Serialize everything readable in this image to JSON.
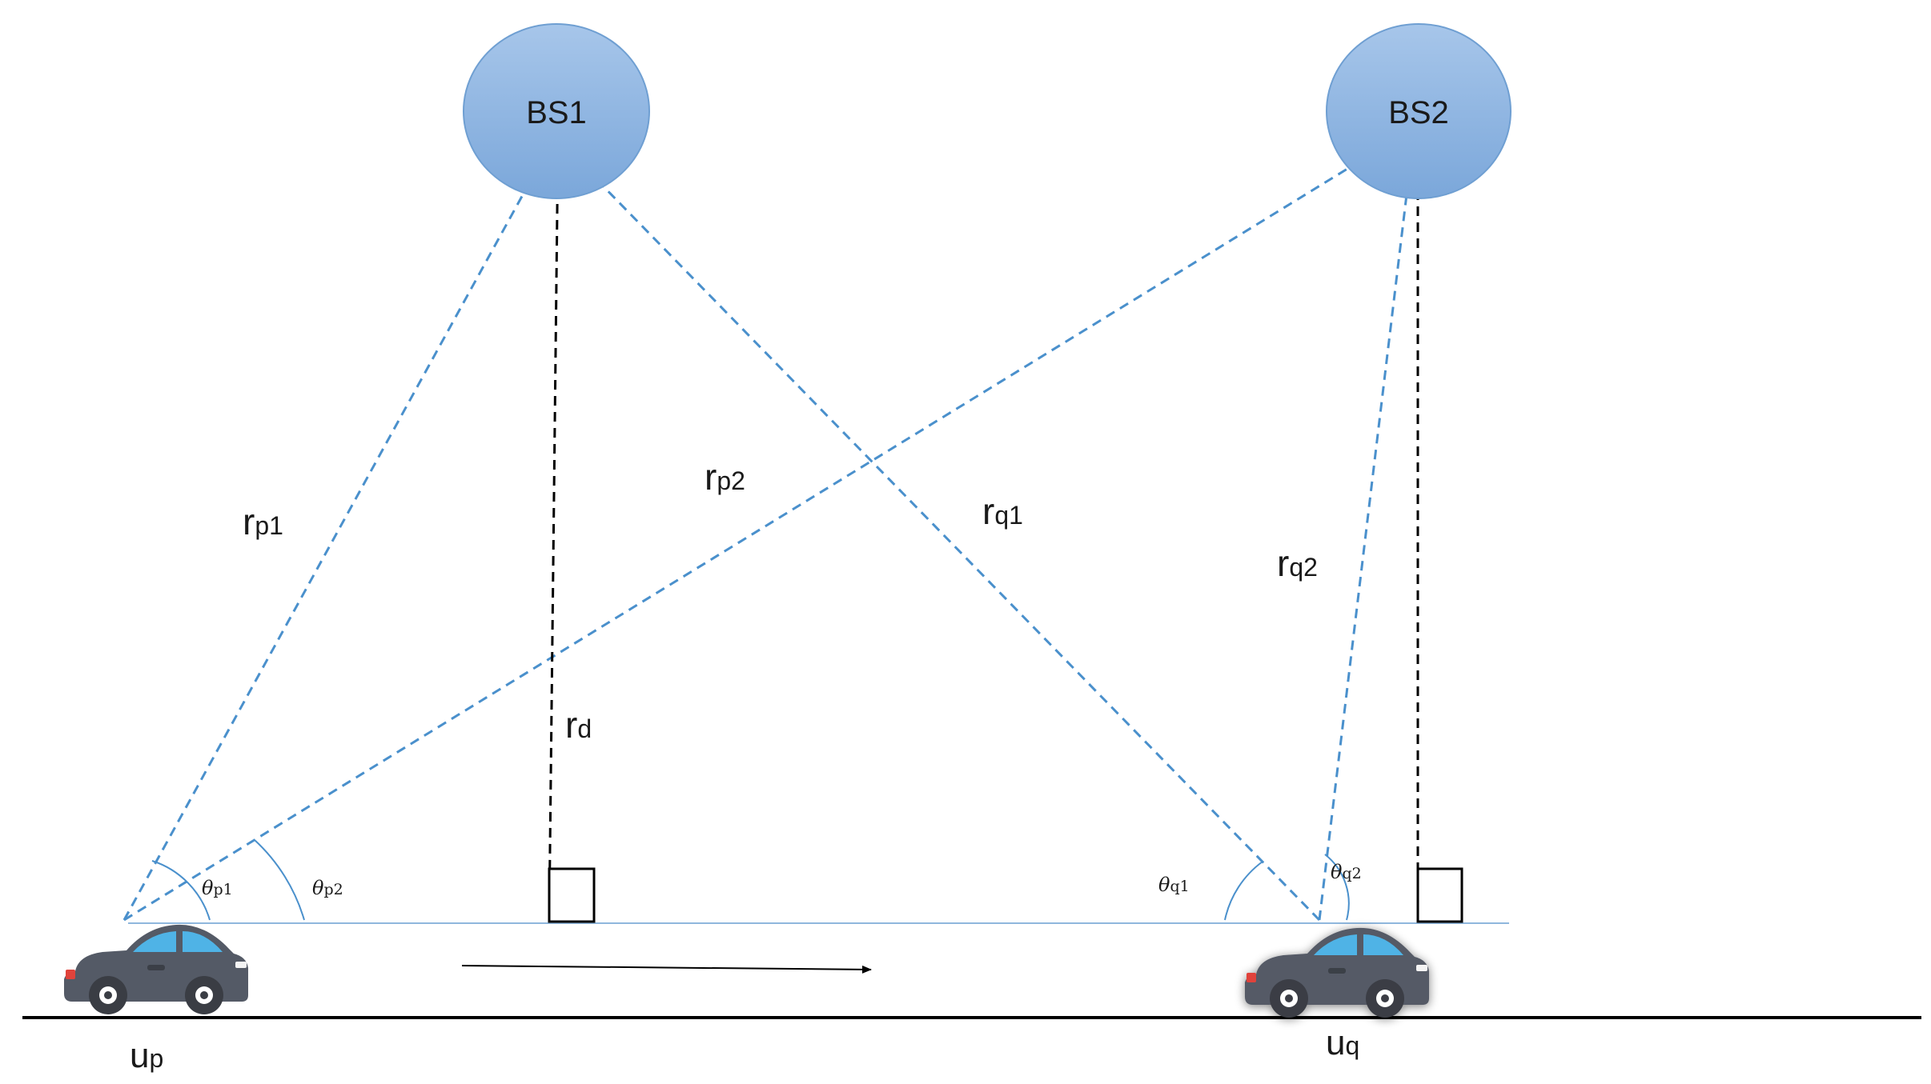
{
  "colors": {
    "link_line": "#4a90cc",
    "station_fill": "#8cb3df",
    "station_stroke": "#6f9fd2",
    "road_line": "#8fb7dd",
    "car_body": "#545a66",
    "car_window": "#4fb3e6"
  },
  "stations": [
    {
      "label": "BS1"
    },
    {
      "label": "BS2"
    }
  ],
  "distances": {
    "rp1": {
      "main": "r",
      "sub": "p1"
    },
    "rp2": {
      "main": "r",
      "sub": "p2"
    },
    "rq1": {
      "main": "r",
      "sub": "q1"
    },
    "rq2": {
      "main": "r",
      "sub": "q2"
    },
    "rd": {
      "main": "r",
      "sub": "d"
    }
  },
  "angles": {
    "theta_p1": {
      "main": "θ",
      "sub": "p1"
    },
    "theta_p2": {
      "main": "θ",
      "sub": "p2"
    },
    "theta_q1": {
      "main": "θ",
      "sub": "q1"
    },
    "theta_q2": {
      "main": "θ",
      "sub": "q2"
    }
  },
  "vehicles": {
    "up": {
      "main": "u",
      "sub": "p"
    },
    "uq": {
      "main": "u",
      "sub": "q"
    }
  },
  "icons": [
    "car-icon",
    "right-angle-marker-icon",
    "direction-arrow-icon"
  ]
}
